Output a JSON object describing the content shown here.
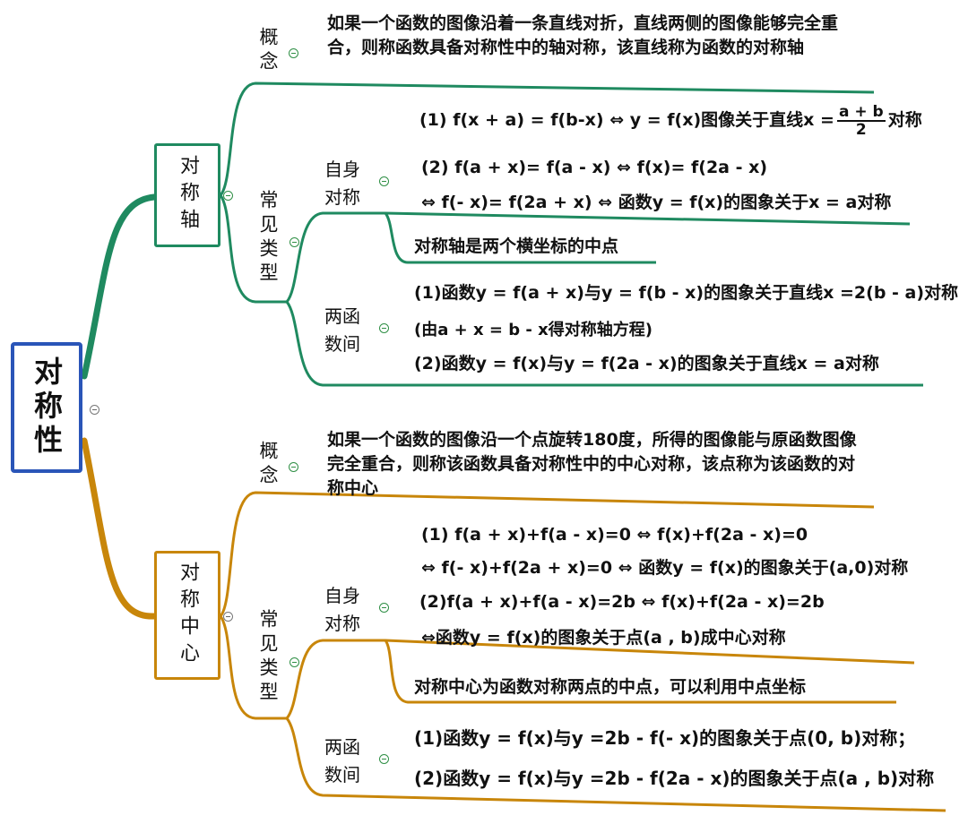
{
  "colors": {
    "root_border": "#2a55b8",
    "axis_branch": "#1f8a60",
    "center_branch": "#c8860a",
    "collapse_circle": "#2f8f45"
  },
  "root": {
    "label": "对称性"
  },
  "axis": {
    "label": "对称轴",
    "concept": {
      "label": "概念",
      "text": "如果一个函数的图像沿着一条直线对折，直线两侧的图像能够完全重合，则称函数具备对称性中的轴对称，该直线称为函数的对称轴"
    },
    "types": {
      "label": "常见类型",
      "self": {
        "label": "自身对称",
        "formula1_pre": "(1) f(x + a) = f(b-x) ⇔ y = f(x)图像关于直线x =",
        "formula1_num": "a + b",
        "formula1_den": "2",
        "formula1_post": "对称",
        "formula2": "(2) f(a + x)= f(a - x) ⇔ f(x)= f(2a - x)",
        "formula3": "⇔ f(- x)= f(2a + x) ⇔ 函数y = f(x)的图象关于x = a对称",
        "note": "对称轴是两个横坐标的中点"
      },
      "between": {
        "label": "两函数间",
        "line1": "(1)函数y = f(a + x)与y = f(b - x)的图象关于直线x =2(b - a)对称",
        "line2": "(由a + x = b - x得对称轴方程)",
        "line3": "(2)函数y = f(x)与y = f(2a - x)的图象关于直线x = a对称"
      }
    }
  },
  "center": {
    "label": "对称中心",
    "concept": {
      "label": "概念",
      "text": "如果一个函数的图像沿一个点旋转180度，所得的图像能与原函数图像完全重合，则称该函数具备对称性中的中心对称，该点称为该函数的对称中心"
    },
    "types": {
      "label": "常见类型",
      "self": {
        "label": "自身对称",
        "formula1": "(1) f(a + x)+f(a - x)=0 ⇔ f(x)+f(2a - x)=0",
        "formula2": "⇔ f(- x)+f(2a + x)=0 ⇔ 函数y = f(x)的图象关于(a,0)对称",
        "formula3": "(2)f(a + x)+f(a - x)=2b ⇔ f(x)+f(2a - x)=2b",
        "formula4": "⇔函数y = f(x)的图象关于点(a , b)成中心对称",
        "note": "对称中心为函数对称两点的中点，可以利用中点坐标"
      },
      "between": {
        "label": "两函数间",
        "line1": "(1)函数y = f(x)与y =2b - f(- x)的图象关于点(0, b)对称；",
        "line2": "(2)函数y = f(x)与y =2b - f(2a - x)的图象关于点(a , b)对称"
      }
    }
  }
}
